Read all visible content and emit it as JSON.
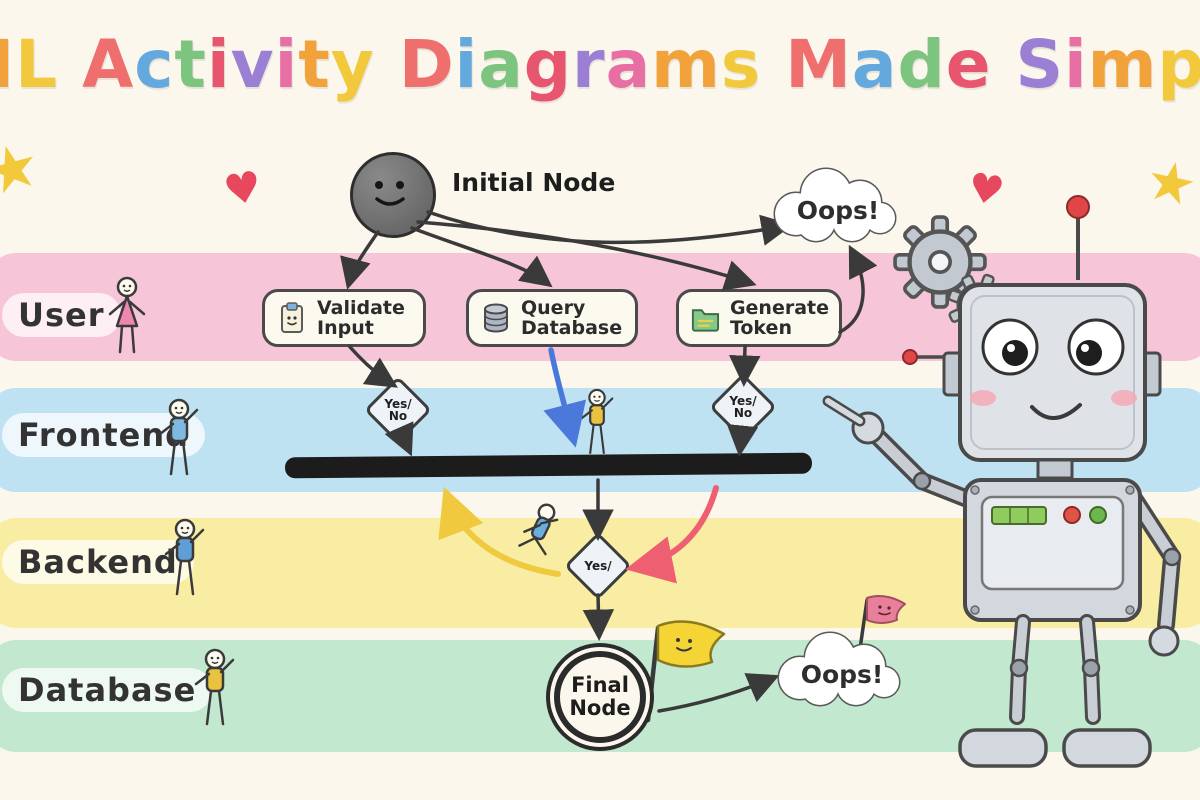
{
  "title": {
    "text": "UML Activity Diagrams Made Simple!",
    "palette": [
      "#e86fa4",
      "#f2a23b",
      "#f2c93d",
      "#ef6f6f",
      "#64a9dd",
      "#7cc47f",
      "#e8556e",
      "#9b7fd4"
    ]
  },
  "lanes": [
    {
      "label": "User"
    },
    {
      "label": "Frontend"
    },
    {
      "label": "Backend"
    },
    {
      "label": "Database"
    }
  ],
  "flow": {
    "initial_label": "Initial Node",
    "activities": [
      {
        "line1": "Validate",
        "line2": "Input"
      },
      {
        "line1": "Query",
        "line2": "Database"
      },
      {
        "line1": "Generate",
        "line2": "Token"
      }
    ],
    "decisions": [
      {
        "line1": "Yes/",
        "line2": "No"
      },
      {
        "line1": "Yes/",
        "line2": "No"
      },
      {
        "line1": "Yes/",
        "line2": ""
      }
    ],
    "final": {
      "line1": "Final",
      "line2": "Node"
    }
  },
  "callouts": [
    {
      "text": "Oops!"
    },
    {
      "text": "Oops!"
    }
  ],
  "decor": {
    "heart_glyph": "♥",
    "star_glyph": "★"
  },
  "colors": {
    "band_user": "#f6c6d8",
    "band_frontend": "#bfe2f3",
    "band_backend": "#f8eda2",
    "band_database": "#c2e8d0",
    "arrow": "#3a3a3a",
    "arrow_yellow": "#f0c93f",
    "arrow_red": "#ee5f72",
    "arrow_blue": "#4a79d9",
    "heart": "#e8485e",
    "star": "#f3c93c"
  }
}
